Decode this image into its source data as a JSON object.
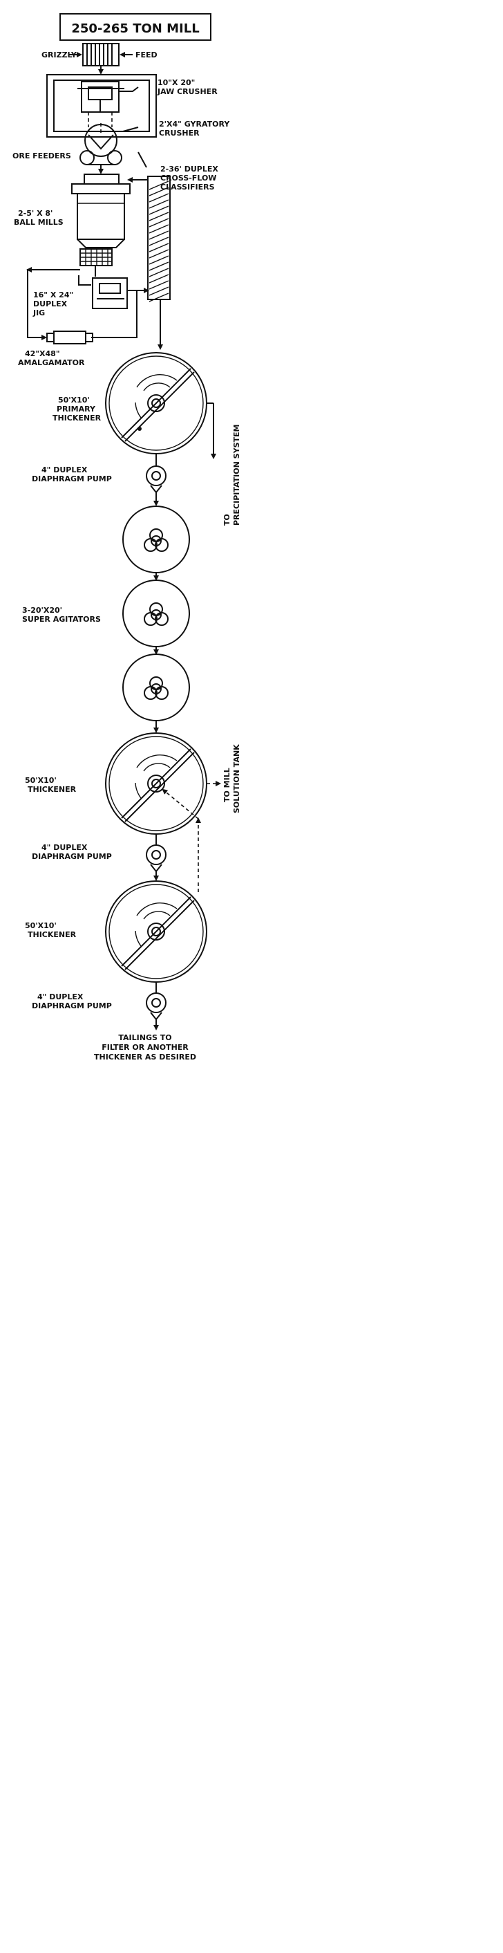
{
  "title": "250-265 TON MILL",
  "labels": {
    "grizzly": "GRIZZLY",
    "feed": "FEED",
    "jaw_crusher_1": "10\"X 20\"",
    "jaw_crusher_2": "JAW CRUSHER",
    "gyratory_1": "2'X4\" GYRATORY",
    "gyratory_2": "CRUSHER",
    "ore_feeders": "ORE FEEDERS",
    "classifiers_1": "2-36' DUPLEX",
    "classifiers_2": "CROSS-FLOW",
    "classifiers_3": "CLASSIFIERS",
    "ball_mills_1": "2-5' X 8'",
    "ball_mills_2": "BALL MILLS",
    "jig_1": "16\" X 24\"",
    "jig_2": "DUPLEX",
    "jig_3": "JIG",
    "amalgamator_1": "42\"X48\"",
    "amalgamator_2": "AMALGAMATOR",
    "primary_thickener_1": "50'X10'",
    "primary_thickener_2": "PRIMARY",
    "primary_thickener_3": "THICKENER",
    "precipitation_1": "TO",
    "precipitation_2": "PRECIPITATION SYSTEM",
    "pump1_1": "4\" DUPLEX",
    "pump1_2": "DIAPHRAGM PUMP",
    "agitators_1": "3-20'X20'",
    "agitators_2": "SUPER AGITATORS",
    "thickener2_1": "50'X10'",
    "thickener2_2": "THICKENER",
    "mill_solution_1": "TO MILL",
    "mill_solution_2": "SOLUTION TANK",
    "pump2_1": "4\" DUPLEX",
    "pump2_2": "DIAPHRAGM PUMP",
    "thickener3_1": "50'X10'",
    "thickener3_2": "THICKENER",
    "pump3_1": "4\" DUPLEX",
    "pump3_2": "DIAPHRAGM PUMP",
    "tailings_1": "TAILINGS TO",
    "tailings_2": "FILTER OR ANOTHER",
    "tailings_3": "THICKENER AS DESIRED"
  }
}
